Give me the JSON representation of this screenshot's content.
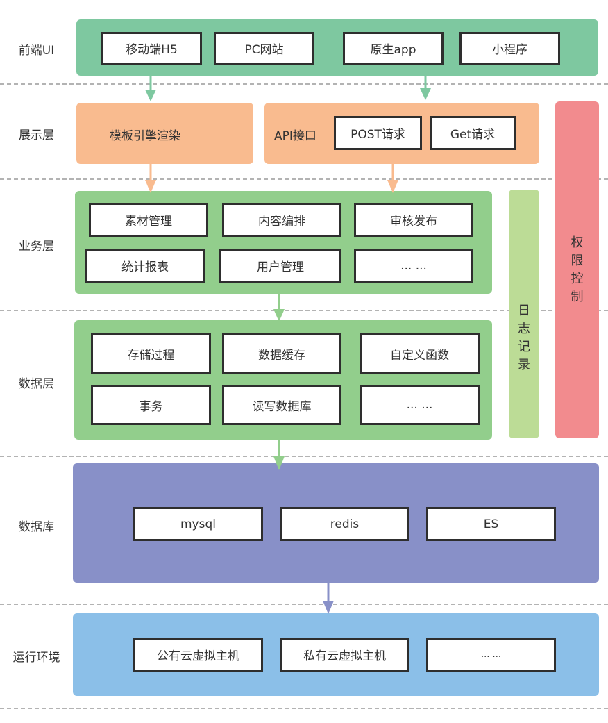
{
  "colors": {
    "frontend": "#7ec8a0",
    "presentation": "#f9bb8f",
    "business": "#92ce8c",
    "data": "#92ce8c",
    "database": "#8890c8",
    "runtime": "#8bbfe8",
    "logging": "#bcdc96",
    "permission": "#f28b8e",
    "separator": "#b3b3b3"
  },
  "layers": {
    "frontend": {
      "label": "前端UI",
      "items": [
        "移动端H5",
        "PC网站",
        "原生app",
        "小程序"
      ]
    },
    "presentation": {
      "label": "展示层",
      "template": "模板引擎渲染",
      "api_label": "API接口",
      "api_items": [
        "POST请求",
        "Get请求"
      ]
    },
    "business": {
      "label": "业务层",
      "items": [
        "素材管理",
        "内容编排",
        "审核发布",
        "统计报表",
        "用户管理",
        "... ..."
      ]
    },
    "data": {
      "label": "数据层",
      "items": [
        "存储过程",
        "数据缓存",
        "自定义函数",
        "事务",
        "读写数据库",
        "... ..."
      ]
    },
    "database": {
      "label": "数据库",
      "items": [
        "mysql",
        "redis",
        "ES"
      ]
    },
    "runtime": {
      "label": "运行环境",
      "items": [
        "公有云虚拟主机",
        "私有云虚拟主机",
        "... ..."
      ]
    }
  },
  "side": {
    "logging": [
      "日",
      "志",
      "记",
      "录"
    ],
    "permission": [
      "权",
      "限",
      "控",
      "制"
    ]
  }
}
